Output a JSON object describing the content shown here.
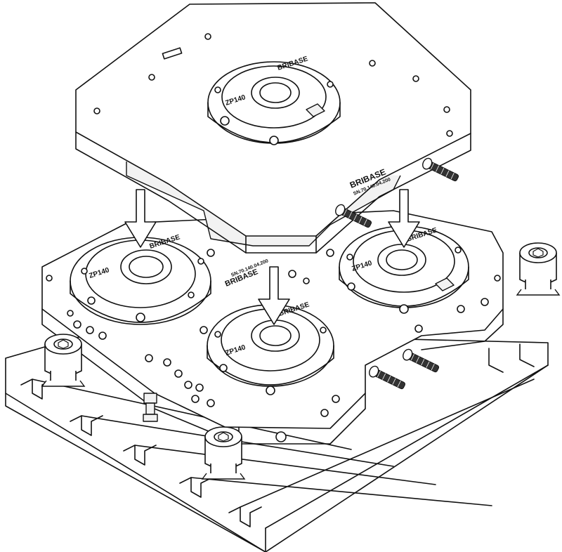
{
  "labels": {
    "brand": "BRIBASE",
    "size": "ZP140",
    "base_brand": "BRIBASE",
    "base_part": "SN.70.140.04.200",
    "top_brand": "BRIBASE",
    "top_part": "SN.70.140.04.200"
  },
  "colors": {
    "line": "#111111",
    "fill": "#ffffff",
    "shade": "#f2f2f2"
  },
  "icons": [
    "down-arrow-icon",
    "bolt-icon",
    "clamp-icon"
  ]
}
